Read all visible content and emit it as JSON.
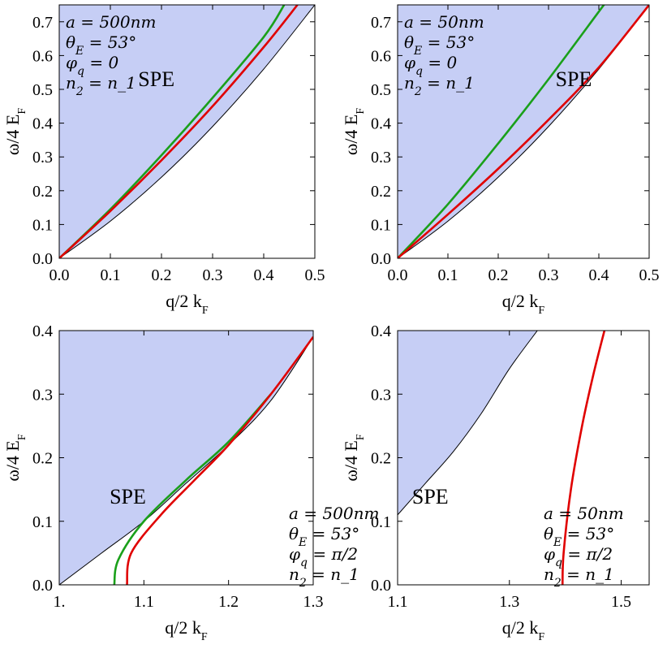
{
  "chart_data": [
    {
      "type": "line",
      "xlim": [
        0,
        0.5
      ],
      "ylim": [
        0,
        0.75
      ],
      "xticks": [
        "0.0",
        "0.1",
        "0.2",
        "0.3",
        "0.4",
        "0.5"
      ],
      "yticks": [
        "0.0",
        "0.1",
        "0.2",
        "0.3",
        "0.4",
        "0.5",
        "0.6",
        "0.7"
      ],
      "xlabel": "q/2 k_F",
      "ylabel": "ω/4 E_F",
      "region_label": "SPE",
      "region_color": "#c6cef5",
      "annotation": [
        "a = 500nm",
        "θ_E = 53°",
        "φ_q = 0",
        "n_2 = n_1"
      ],
      "annotation_position": "top-left",
      "boundary": {
        "x": [
          0,
          0.1,
          0.2,
          0.3,
          0.4,
          0.5
        ],
        "y": [
          0,
          0.11,
          0.24,
          0.39,
          0.56,
          0.75
        ]
      },
      "series": [
        {
          "color": "#1aa01a",
          "x": [
            0,
            0.1,
            0.2,
            0.3,
            0.4,
            0.44
          ],
          "y": [
            0,
            0.145,
            0.305,
            0.475,
            0.655,
            0.75
          ]
        },
        {
          "color": "#e00000",
          "x": [
            0,
            0.1,
            0.2,
            0.3,
            0.4,
            0.466
          ],
          "y": [
            0,
            0.14,
            0.29,
            0.45,
            0.625,
            0.75
          ]
        }
      ]
    },
    {
      "type": "line",
      "xlim": [
        0,
        0.5
      ],
      "ylim": [
        0,
        0.75
      ],
      "xticks": [
        "0.0",
        "0.1",
        "0.2",
        "0.3",
        "0.4",
        "0.5"
      ],
      "yticks": [
        "0.0",
        "0.1",
        "0.2",
        "0.3",
        "0.4",
        "0.5",
        "0.6",
        "0.7"
      ],
      "xlabel": "q/2 k_F",
      "ylabel": "ω/4 E_F",
      "region_label": "SPE",
      "region_color": "#c6cef5",
      "annotation": [
        "a = 50nm",
        "θ_E = 53°",
        "φ_q = 0",
        "n_2 = n_1"
      ],
      "annotation_position": "top-left",
      "boundary": {
        "x": [
          0,
          0.1,
          0.2,
          0.3,
          0.4,
          0.5
        ],
        "y": [
          0,
          0.11,
          0.24,
          0.39,
          0.56,
          0.75
        ]
      },
      "series": [
        {
          "color": "#1aa01a",
          "x": [
            0,
            0.1,
            0.2,
            0.3,
            0.4,
            0.41
          ],
          "y": [
            0,
            0.16,
            0.34,
            0.53,
            0.73,
            0.75
          ]
        },
        {
          "color": "#e00000",
          "x": [
            0,
            0.1,
            0.2,
            0.3,
            0.4,
            0.5
          ],
          "y": [
            0,
            0.13,
            0.265,
            0.41,
            0.565,
            0.75
          ]
        }
      ]
    },
    {
      "type": "line",
      "xlim": [
        1.0,
        1.3
      ],
      "ylim": [
        0,
        0.4
      ],
      "xticks": [
        "1.",
        "1.1",
        "1.2",
        "1.3"
      ],
      "yticks": [
        "0.0",
        "0.1",
        "0.2",
        "0.3",
        "0.4"
      ],
      "xlabel": "q/2 k_F",
      "ylabel": "ω/4 E_F",
      "region_label": "SPE",
      "region_color": "#c6cef5",
      "annotation": [
        "a = 500nm",
        "θ_E = 53°",
        "φ_q = π/2",
        "n_2 = n_1"
      ],
      "annotation_position": "bottom-right",
      "boundary": {
        "x": [
          1.0,
          1.05,
          1.1,
          1.15,
          1.2,
          1.25,
          1.3
        ],
        "y": [
          0,
          0.05,
          0.1,
          0.16,
          0.22,
          0.29,
          0.39
        ]
      },
      "series": [
        {
          "color": "#1aa01a",
          "x": [
            1.065,
            1.07,
            1.1,
            1.15,
            1.2,
            1.25
          ],
          "y": [
            0,
            0.04,
            0.1,
            0.165,
            0.225,
            0.3
          ]
        },
        {
          "color": "#e00000",
          "x": [
            1.08,
            1.085,
            1.12,
            1.16,
            1.2,
            1.25,
            1.3
          ],
          "y": [
            0,
            0.05,
            0.11,
            0.165,
            0.22,
            0.3,
            0.39
          ]
        }
      ]
    },
    {
      "type": "line",
      "xlim": [
        1.1,
        1.55
      ],
      "ylim": [
        0,
        0.4
      ],
      "xticks": [
        "1.1",
        "1.3",
        "1.5"
      ],
      "yticks": [
        "0.0",
        "0.1",
        "0.2",
        "0.3",
        "0.4"
      ],
      "xlabel": "q/2 k_F",
      "ylabel": "ω/4 E_F",
      "region_label": "SPE",
      "region_color": "#c6cef5",
      "annotation": [
        "a = 50nm",
        "θ_E = 53°",
        "φ_q = π/2",
        "n_2 = n_1"
      ],
      "annotation_position": "bottom-right",
      "boundary": {
        "x": [
          1.1,
          1.15,
          1.2,
          1.25,
          1.3,
          1.35
        ],
        "y": [
          0.11,
          0.16,
          0.21,
          0.27,
          0.34,
          0.4
        ]
      },
      "series": [
        {
          "color": "#e00000",
          "x": [
            1.395,
            1.397,
            1.41,
            1.43,
            1.45,
            1.47
          ],
          "y": [
            0,
            0.05,
            0.15,
            0.25,
            0.33,
            0.4
          ]
        }
      ]
    }
  ]
}
